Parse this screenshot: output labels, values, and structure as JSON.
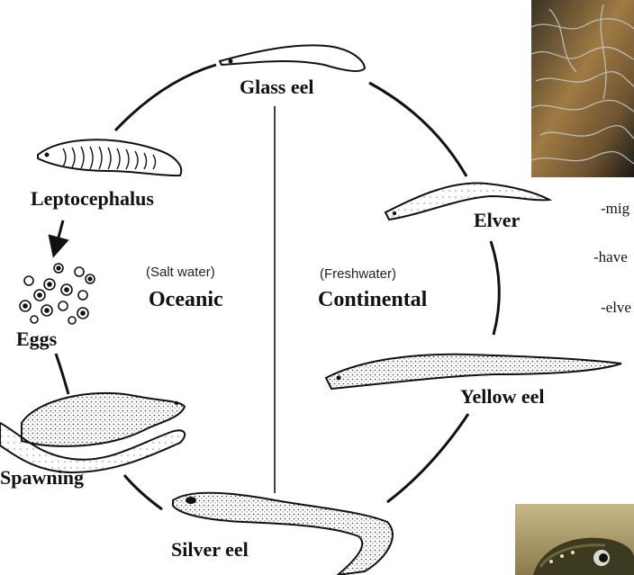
{
  "diagram": {
    "stages": {
      "glass_eel": "Glass eel",
      "leptocephalus": "Leptocephalus",
      "eggs": "Eggs",
      "spawning": "Spawning",
      "silver_eel": "Silver eel",
      "yellow_eel": "Yellow eel",
      "elver": "Elver"
    },
    "zones": {
      "oceanic": {
        "title": "Oceanic",
        "note": "(Salt water)"
      },
      "continental": {
        "title": "Continental",
        "note": "(Freshwater)"
      }
    }
  },
  "side_notes": [
    "-mig",
    "-have",
    "-elve"
  ],
  "photos": {
    "top_right": "glass-eels-photo",
    "bottom_right": "eel-head-photo"
  }
}
